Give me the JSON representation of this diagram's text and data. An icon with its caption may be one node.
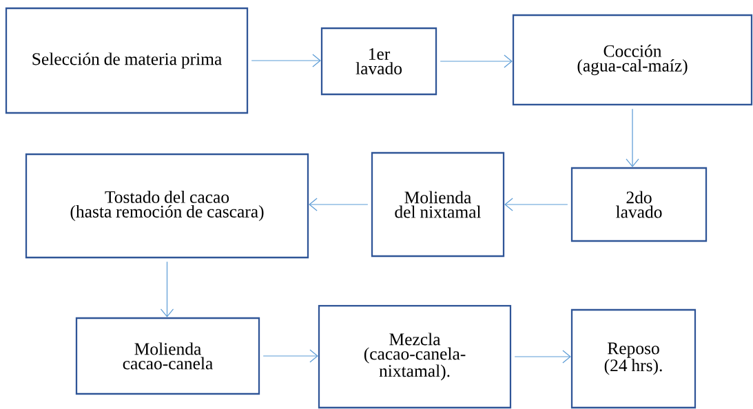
{
  "diagram": {
    "nodes": [
      {
        "text": [
          "Selección de materia prima"
        ]
      },
      {
        "text": [
          "1er lavado"
        ]
      },
      {
        "text": [
          "Cocción",
          "(agua-cal-maíz)"
        ]
      },
      {
        "text": [
          "2do lavado"
        ]
      },
      {
        "text": [
          "Molienda del nixtamal"
        ]
      },
      {
        "text": [
          "Tostado del cacao",
          "(hasta remoción de cascara)"
        ]
      },
      {
        "text": [
          "Molienda cacao-canela"
        ]
      },
      {
        "text": [
          "Mezcla",
          "(cacao-canela-nixtamal)."
        ]
      },
      {
        "text": [
          "Reposo",
          "(24 hrs)."
        ]
      }
    ],
    "edges": [
      {
        "from": 0,
        "to": 1,
        "arrow": "to"
      },
      {
        "from": 1,
        "to": 2,
        "arrow": "to"
      },
      {
        "from": 2,
        "to": 3,
        "arrow": "to"
      },
      {
        "from": 3,
        "to": 4,
        "arrow": "to"
      },
      {
        "from": 4,
        "to": 5,
        "arrow": "to"
      },
      {
        "from": 5,
        "to": 6,
        "arrow": "to"
      },
      {
        "from": 6,
        "to": 7,
        "arrow": "to"
      },
      {
        "from": 7,
        "to": 8,
        "arrow": "to"
      }
    ]
  }
}
